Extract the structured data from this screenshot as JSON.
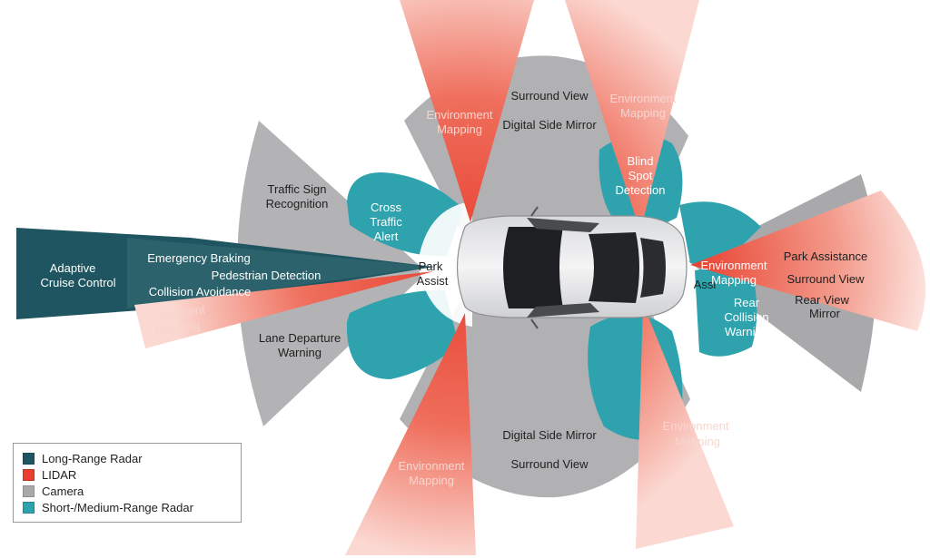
{
  "colors": {
    "long_range_radar": "#1f5560",
    "lidar": "#e8402f",
    "camera": "#a9a9ab",
    "short_medium_radar": "#2ea3ad"
  },
  "legend": [
    {
      "label": "Long-Range Radar",
      "color": "#1f5560"
    },
    {
      "label": "LIDAR",
      "color": "#e8402f"
    },
    {
      "label": "Camera",
      "color": "#a9a9ab"
    },
    {
      "label": "Short-/Medium-Range Radar",
      "color": "#2ea3ad"
    }
  ],
  "front": {
    "adaptive_cruise_1": "Adaptive",
    "adaptive_cruise_2": "Cruise Control",
    "emergency_braking": "Emergency Braking",
    "pedestrian_detection": "Pedestrian Detection",
    "collision_avoidance": "Collision Avoidance",
    "env_mapping_1": "Environment",
    "env_mapping_2": "Mapping",
    "traffic_sign_1": "Traffic Sign",
    "traffic_sign_2": "Recognition",
    "lane_departure_1": "Lane Departure",
    "lane_departure_2": "Warning",
    "cross_traffic_1": "Cross",
    "cross_traffic_2": "Traffic",
    "cross_traffic_3": "Alert",
    "park_assist_1": "Park",
    "park_assist_2": "Assist"
  },
  "top": {
    "surround_view": "Surround View",
    "digital_side_mirror": "Digital Side Mirror",
    "env_left_1": "Environment",
    "env_left_2": "Mapping",
    "env_right_1": "Environment",
    "env_right_2": "Mapping",
    "blind_spot_1": "Blind",
    "blind_spot_2": "Spot",
    "blind_spot_3": "Detection"
  },
  "bottom": {
    "digital_side_mirror": "Digital Side Mirror",
    "surround_view": "Surround View",
    "env_left_1": "Environment",
    "env_left_2": "Mapping",
    "env_right_1": "Environment",
    "env_right_2": "Mapping"
  },
  "rear": {
    "env_mapping_1": "Environment",
    "env_mapping_2": "Mapping",
    "park_assistance": "Park Assistance",
    "surround_view": "Surround View",
    "rear_view_1": "Rear View",
    "rear_view_2": "Mirror",
    "rear_collision_1": "Rear",
    "rear_collision_2": "Collision",
    "rear_collision_3": "Warning",
    "assist_fragment": "Assi"
  }
}
